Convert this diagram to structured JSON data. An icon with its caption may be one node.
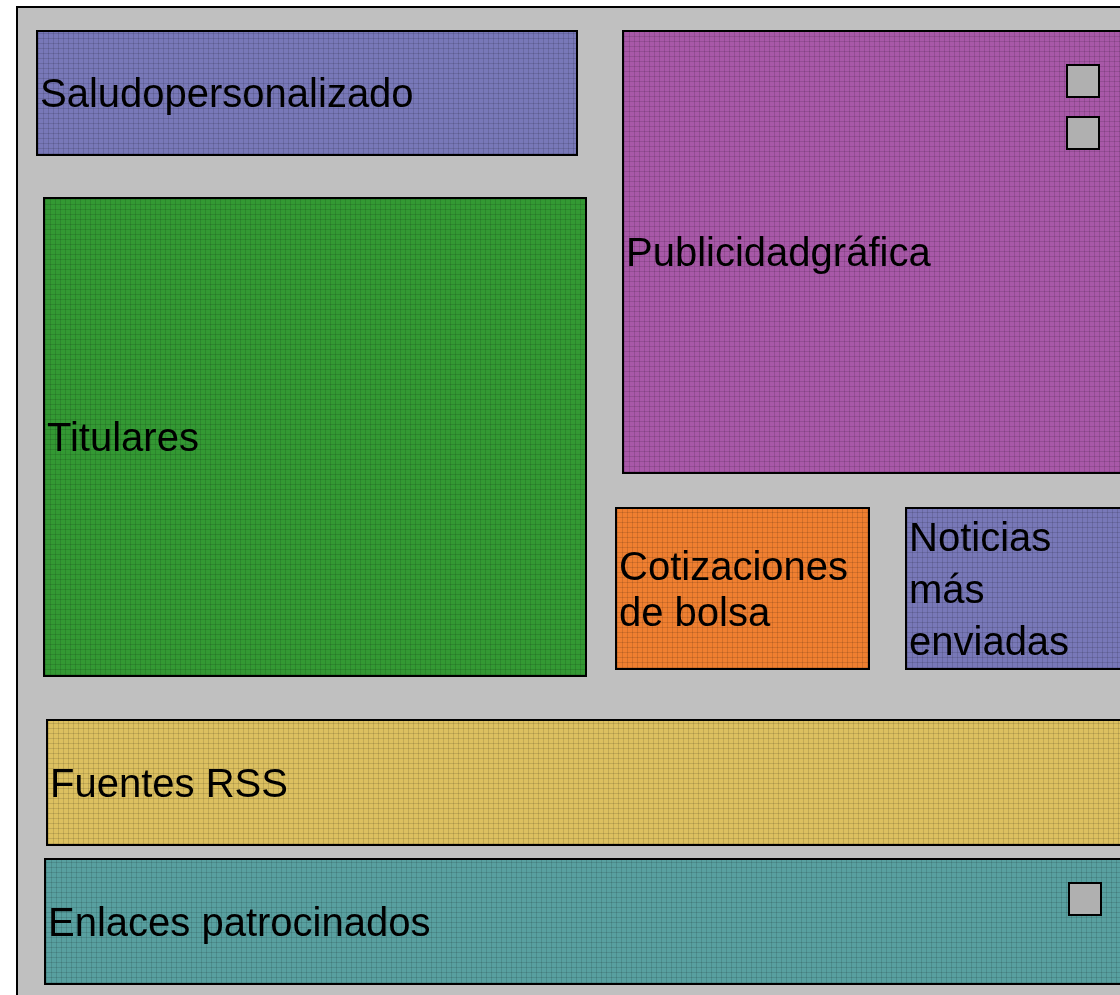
{
  "diagram": {
    "nodes": [
      {
        "text": [
          "Saludopersonalizado"
        ]
      },
      {
        "text": [
          "Publicidadgráfica"
        ]
      },
      {
        "text": [
          "Titulares"
        ]
      },
      {
        "text": [
          "Cotizaciones de bolsa"
        ]
      },
      {
        "text": [
          "Noticias más enviadas"
        ]
      },
      {
        "text": [
          "Fuentes RSS"
        ]
      },
      {
        "text": [
          "Enlaces patrocinados"
        ]
      }
    ]
  }
}
